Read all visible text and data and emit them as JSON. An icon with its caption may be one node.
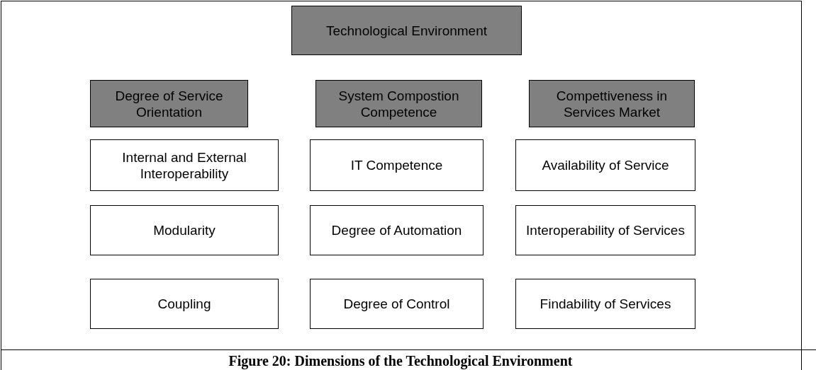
{
  "diagram": {
    "caption": "Figure 20: Dimensions of the Technological Environment",
    "nodes": [
      {
        "text": [
          "Technological Environment"
        ]
      },
      {
        "text": [
          "Degree of Service Orientation"
        ]
      },
      {
        "text": [
          "System Compostion Competence"
        ]
      },
      {
        "text": [
          "Compettiveness in Services Market"
        ]
      },
      {
        "text": [
          "Internal and External Interoperability"
        ]
      },
      {
        "text": [
          "IT Competence"
        ]
      },
      {
        "text": [
          "Availability of Service"
        ]
      },
      {
        "text": [
          "Modularity"
        ]
      },
      {
        "text": [
          "Degree of Automation"
        ]
      },
      {
        "text": [
          "Interoperability of Services"
        ]
      },
      {
        "text": [
          "Coupling"
        ]
      },
      {
        "text": [
          "Degree of Control"
        ]
      },
      {
        "text": [
          "Findability of Services"
        ]
      }
    ],
    "edges": []
  }
}
